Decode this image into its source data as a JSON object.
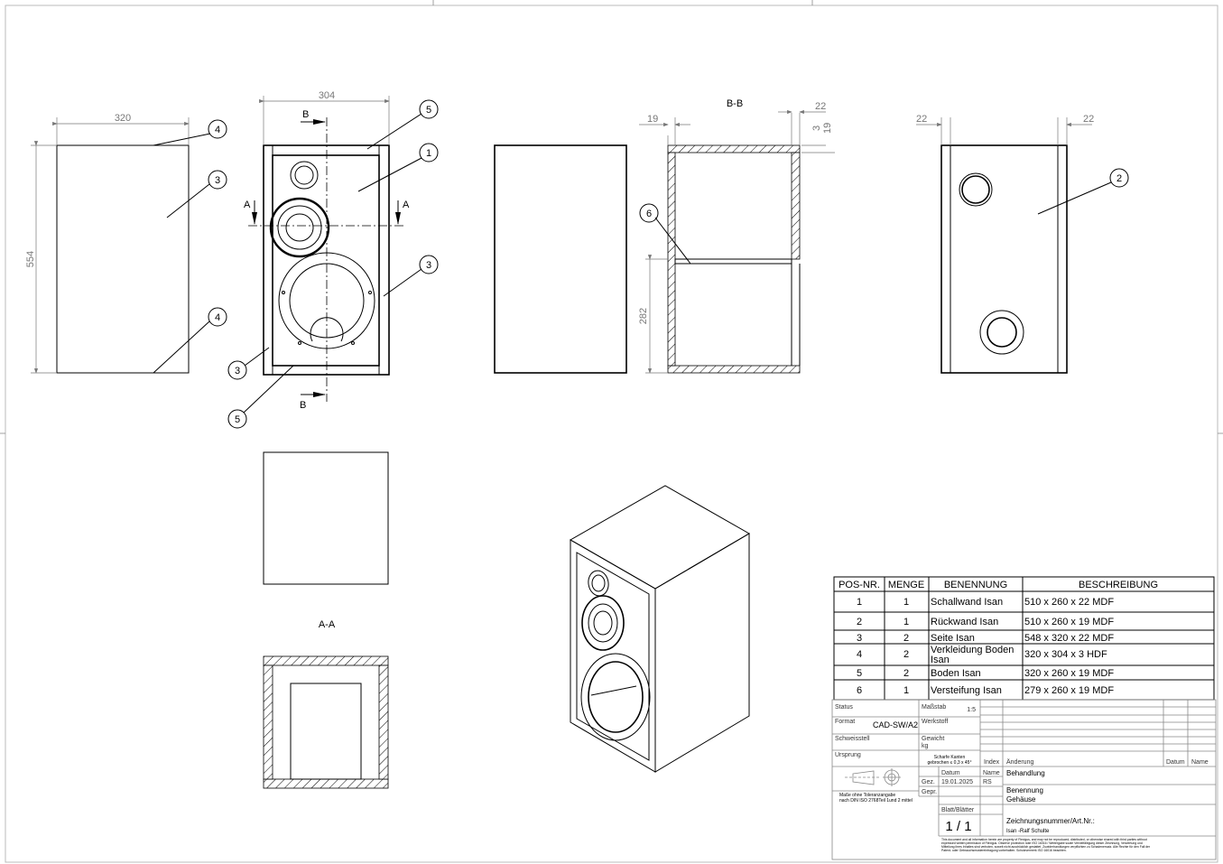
{
  "views": {
    "left": {
      "width_dim": "320",
      "height_dim": "554",
      "balloons": [
        "4",
        "3",
        "4"
      ]
    },
    "front": {
      "width_dim": "304",
      "section_b": "B",
      "section_a": "A",
      "balloons": [
        "5",
        "1",
        "3",
        "3",
        "5"
      ]
    },
    "section_bb": {
      "title": "B-B",
      "dim_left": "19",
      "dim_right": "22",
      "dim_3": "3",
      "dim_19": "19",
      "dim_282": "282",
      "balloon": "6"
    },
    "rear": {
      "dim_left": "22",
      "dim_right": "22",
      "balloon": "2"
    },
    "section_aa": {
      "title": "A-A"
    }
  },
  "bom": {
    "headers": [
      "POS-NR.",
      "MENGE",
      "BENENNUNG",
      "BESCHREIBUNG"
    ],
    "rows": [
      {
        "pos": "1",
        "qty": "1",
        "name": "Schallwand Isan",
        "desc": "510 x 260 x 22 MDF"
      },
      {
        "pos": "2",
        "qty": "1",
        "name": "Rückwand Isan",
        "desc": "510 x 260 x 19 MDF"
      },
      {
        "pos": "3",
        "qty": "2",
        "name": "Seite Isan",
        "desc": "548 x 320 x 22 MDF"
      },
      {
        "pos": "4",
        "qty": "2",
        "name": "Verkleidung Boden",
        "name2": "Isan",
        "desc": "320 x 304 x 3 HDF"
      },
      {
        "pos": "5",
        "qty": "2",
        "name": "Boden Isan",
        "desc": "320 x 260 x 19 MDF"
      },
      {
        "pos": "6",
        "qty": "1",
        "name": "Versteifung Isan",
        "desc": "279 x 260 x 19 MDF"
      }
    ]
  },
  "title_block": {
    "status_label": "Status",
    "scale_label": "Maßstab",
    "scale": "1:5",
    "format_label": "Format",
    "format": "CAD-SW/A2",
    "material_label": "Werkstoff",
    "weld_label": "Schweisstell",
    "weight_label": "Gewicht",
    "weight_unit": "kg",
    "origin_label": "Ursprung",
    "edges_1": "Scharfe Kanten",
    "edges_2": "gebrochen ≤ 0,3 x 45°",
    "index_label": "Index",
    "change_label": "Änderung",
    "date_col": "Datum",
    "name_col": "Name",
    "date_label": "Datum",
    "name_label": "Name",
    "drawn_label": "Gez.",
    "drawn_date": "19.01.2025",
    "drawn_name": "RS",
    "checked_label": "Gepr.",
    "treatment_label": "Behandlung",
    "title_label": "Benennung",
    "title": "Gehäuse",
    "tol_1": "Maße ohne Toleranzangabe",
    "tol_2": "nach DIN ISO 2768Teil 1und 2 mittel",
    "sheet_label": "Blatt/Blätter",
    "sheet": "1 / 1",
    "drawing_no_label": "Zeichnungsnummer/Art.Nr.:",
    "drawing_no": "Isan -Ralf Schulte",
    "copyright_1": "This document and all information herein are property of Flexigus, and may not be reproduced, distributed, or otherwise shared with third parties without",
    "copyright_2": "expressed written permission of Flexigus. Observe protection note ISO 16016 / Weitergabe sowie Vervielfältigung dieser Zeichnung, Verwertung und",
    "copyright_3": "Mitteilung ihres Inhaltes sind verboten, soweit nicht ausdrücklich gestattet. Zuwiderhandlungen verpflichten zu Schadenersatz. Alle Rechte für den Fall der",
    "copyright_4": "Patent- oder Gebrauchsmustereintragung vorbehalten. Schutzvermerk ISO 16016 beachten."
  }
}
